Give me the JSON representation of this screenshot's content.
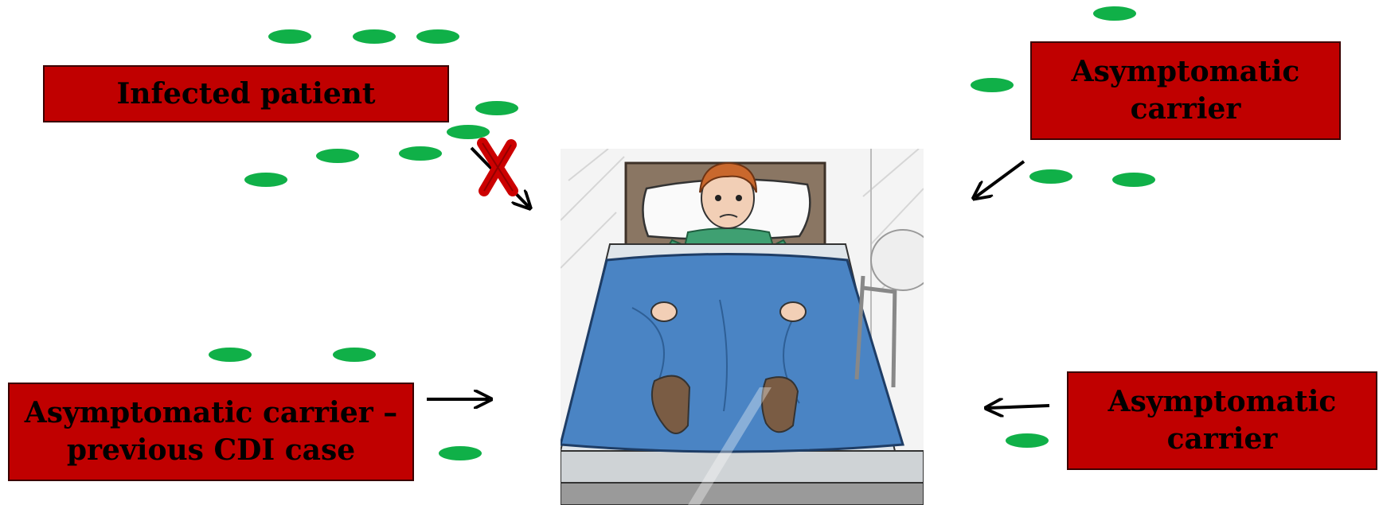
{
  "sources": [
    {
      "id": "infected",
      "label": "Infected patient",
      "blocked": true
    },
    {
      "id": "carrier_top_right",
      "label_lines": [
        "Asymptomatic",
        "carrier"
      ]
    },
    {
      "id": "carrier_previous_cdi",
      "label_lines": [
        "Asymptomatic carrier –",
        "previous CDI case"
      ]
    },
    {
      "id": "carrier_bottom_right",
      "label_lines": [
        "Asymptomatic",
        "carrier"
      ]
    }
  ],
  "illustration": {
    "icon": "patient-in-bed-icon"
  },
  "colors": {
    "box_fill": "#c00000",
    "spore": "#10b048",
    "block_x": "#cc0000"
  }
}
